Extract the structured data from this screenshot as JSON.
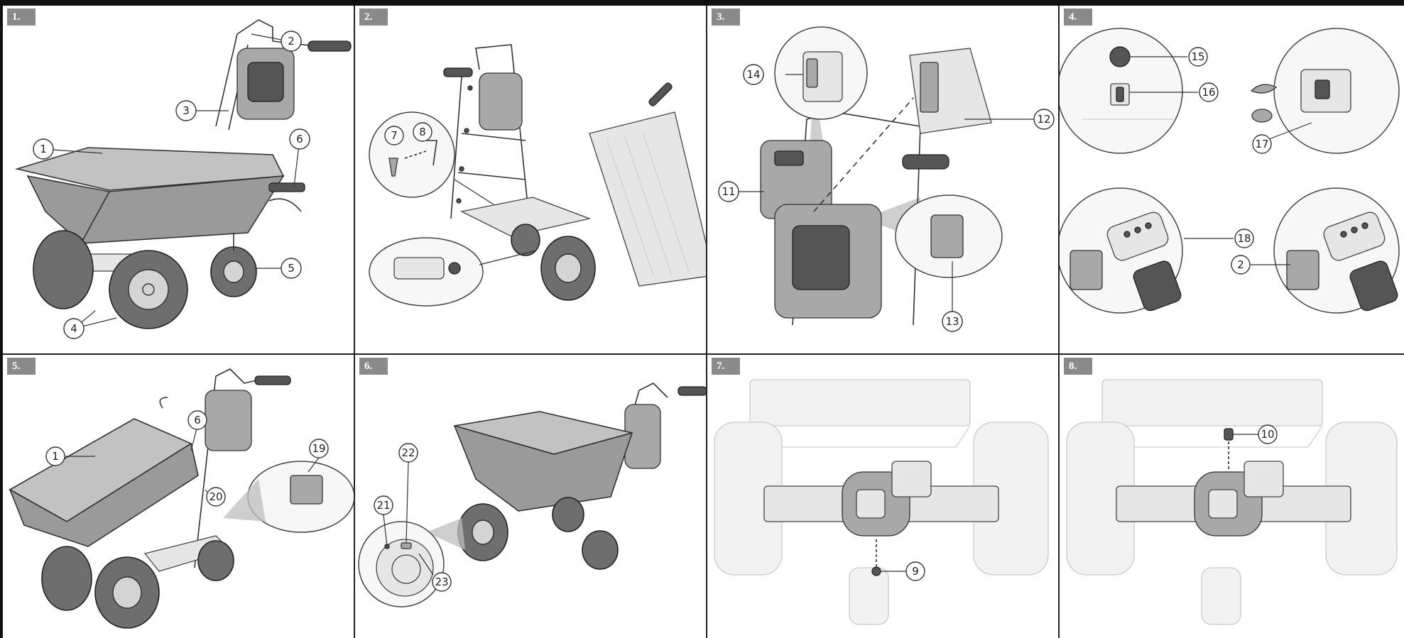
{
  "panels": [
    {
      "id": "1",
      "label": "1.",
      "callouts": [
        "1",
        "2",
        "3",
        "4",
        "5",
        "6"
      ]
    },
    {
      "id": "2",
      "label": "2.",
      "callouts": [
        "7",
        "8"
      ]
    },
    {
      "id": "3",
      "label": "3.",
      "callouts": [
        "11",
        "12",
        "13",
        "14"
      ]
    },
    {
      "id": "4",
      "label": "4.",
      "callouts": [
        "15",
        "16",
        "17",
        "18",
        "2"
      ]
    },
    {
      "id": "5",
      "label": "5.",
      "callouts": [
        "1",
        "6",
        "19",
        "20"
      ]
    },
    {
      "id": "6",
      "label": "6.",
      "callouts": [
        "21",
        "22",
        "23"
      ]
    },
    {
      "id": "7",
      "label": "7.",
      "callouts": [
        "9"
      ]
    },
    {
      "id": "8",
      "label": "8.",
      "callouts": [
        "10"
      ]
    }
  ]
}
